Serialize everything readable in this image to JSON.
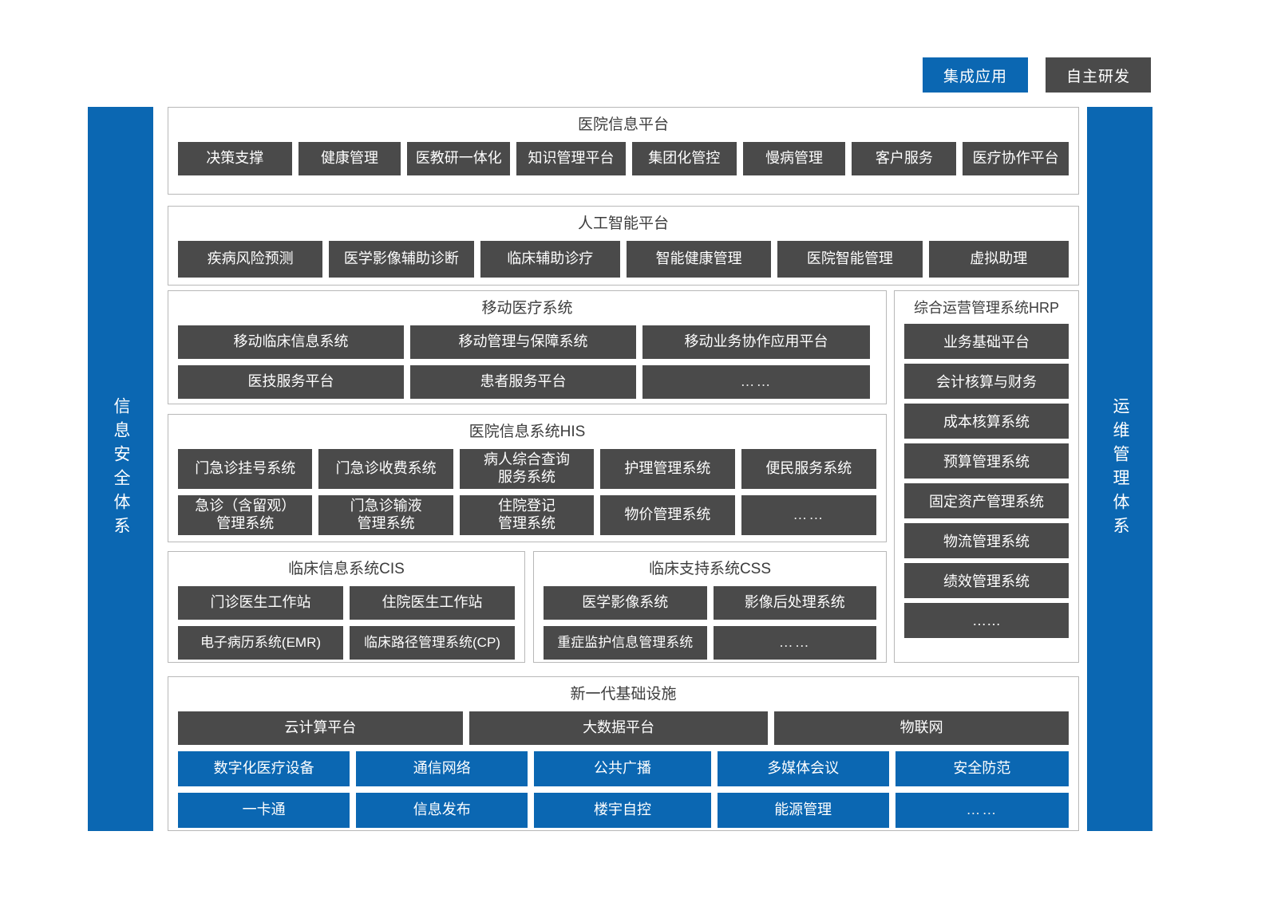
{
  "legend": {
    "items": [
      {
        "label": "集成应用",
        "color": "#0b67b2"
      },
      {
        "label": "自主研发",
        "color": "#4a4a4a"
      }
    ]
  },
  "rails": {
    "left": "信息安全体系",
    "right": "运维管理体系"
  },
  "sections": {
    "hospital_info_platform": {
      "title": "医院信息平台",
      "items": [
        "决策支撑",
        "健康管理",
        "医教研一体化",
        "知识管理平台",
        "集团化管控",
        "慢病管理",
        "客户服务",
        "医疗协作平台"
      ]
    },
    "ai_platform": {
      "title": "人工智能平台",
      "items": [
        "疾病风险预测",
        "医学影像辅助诊断",
        "临床辅助诊疗",
        "智能健康管理",
        "医院智能管理",
        "虚拟助理"
      ]
    },
    "mobile_medical": {
      "title": "移动医疗系统",
      "row1": [
        "移动临床信息系统",
        "移动管理与保障系统",
        "移动业务协作应用平台"
      ],
      "row2": [
        "医技服务平台",
        "患者服务平台",
        "……"
      ]
    },
    "his": {
      "title": "医院信息系统HIS",
      "row1": [
        "门急诊挂号系统",
        "门急诊收费系统",
        "病人综合查询\n服务系统",
        "护理管理系统",
        "便民服务系统"
      ],
      "row2": [
        "急诊（含留观）\n管理系统",
        "门急诊输液\n管理系统",
        "住院登记\n管理系统",
        "物价管理系统",
        "……"
      ]
    },
    "cis": {
      "title": "临床信息系统CIS",
      "row1": [
        "门诊医生工作站",
        "住院医生工作站"
      ],
      "row2": [
        "电子病历系统(EMR)",
        "临床路径管理系统(CP)"
      ]
    },
    "css": {
      "title": "临床支持系统CSS",
      "row1": [
        "医学影像系统",
        "影像后处理系统"
      ],
      "row2": [
        "重症监护信息管理系统",
        "……"
      ]
    },
    "hrp": {
      "title": "综合运营管理系统HRP",
      "items": [
        "业务基础平台",
        "会计核算与财务",
        "成本核算系统",
        "预算管理系统",
        "固定资产管理系统",
        "物流管理系统",
        "绩效管理系统",
        "……"
      ]
    },
    "infrastructure": {
      "title": "新一代基础设施",
      "row1": [
        "云计算平台",
        "大数据平台",
        "物联网"
      ],
      "row2": [
        "数字化医疗设备",
        "通信网络",
        "公共广播",
        "多媒体会议",
        "安全防范"
      ],
      "row3": [
        "一卡通",
        "信息发布",
        "楼宇自控",
        "能源管理",
        "……"
      ]
    }
  },
  "colors": {
    "blue": "#0b67b2",
    "gray": "#4a4a4a",
    "panel_border": "#b8b8b8",
    "background": "#ffffff"
  }
}
